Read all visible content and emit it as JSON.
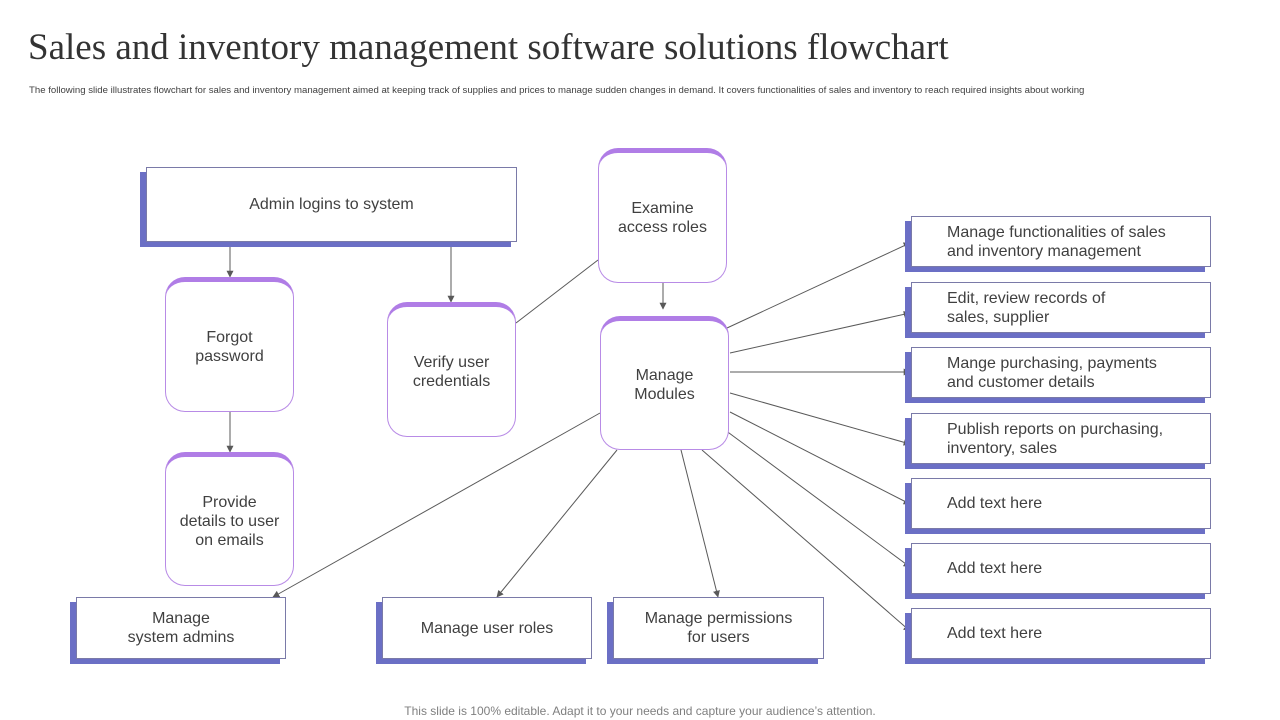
{
  "title": "Sales and inventory management software solutions flowchart",
  "subtitle": "The following slide illustrates flowchart for sales and inventory management aimed at keeping track of supplies and prices to manage sudden changes in demand. It covers functionalities of sales and inventory to reach required insights about working",
  "footer": "This slide is 100% editable. Adapt it to your needs and capture your audience’s attention.",
  "nodes": {
    "admin_login": "Admin logins to system",
    "forgot_password": "Forgot\npassword",
    "provide_details": "Provide\ndetails to user\non emails",
    "verify_credentials": "Verify user\ncredentials",
    "examine_roles": "Examine\naccess roles",
    "manage_modules": "Manage\nModules",
    "system_admins": "Manage\nsystem admins",
    "user_roles": "Manage user roles",
    "permissions": "Manage permissions\nfor users"
  },
  "outputs": [
    "Manage functionalities  of sales\nand inventory  management",
    "Edit, review records of\nsales, supplier",
    "Mange purchasing,  payments\nand customer details",
    "Publish reports on purchasing,\ninventory,  sales",
    "Add text here",
    "Add text here",
    "Add text here"
  ],
  "colors": {
    "rect_shadow": "#6b6fc5",
    "rounded_accent": "#b07de6",
    "connector": "#595959"
  }
}
